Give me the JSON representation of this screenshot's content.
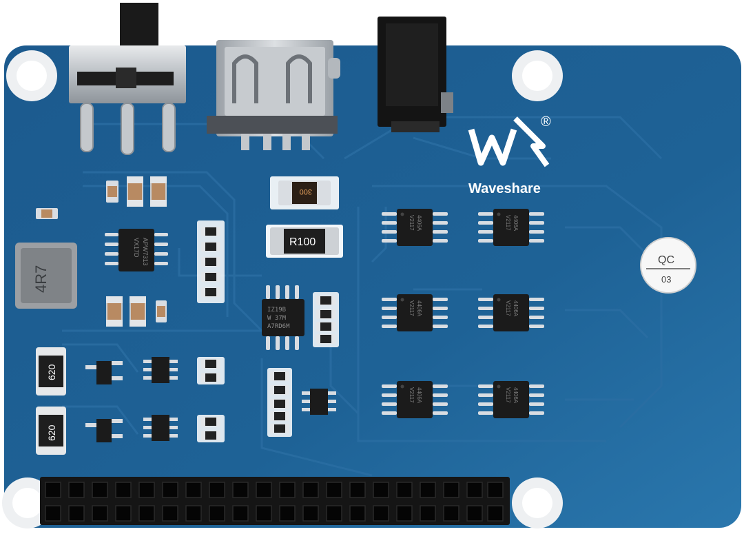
{
  "brand": {
    "name": "Waveshare",
    "registered_mark": "®",
    "logo_icon": "waveshare-logo-icon"
  },
  "qc_sticker": {
    "line1": "QC",
    "line2": "03"
  },
  "resistors": {
    "shunt": "R100",
    "smd_small": "300"
  },
  "inductor": {
    "marking": "4R7"
  },
  "power_resistors": [
    {
      "marking": "620"
    },
    {
      "marking": "620"
    }
  ],
  "chips": {
    "regulator_line1": "APW7313",
    "regulator_line2": "VX17D",
    "controller_line1": "IZ19B",
    "controller_line2": "W 37M",
    "controller_line3": "A7RD6M",
    "mosfet_line1": "4406A",
    "mosfet_line2": "V2117"
  },
  "colors": {
    "pcb": "#1d5a8c",
    "pcb_dark": "#164a75",
    "pad": "#d9dde2",
    "chip": "#1b1b1b",
    "header": "#151515",
    "silk": "#ffffff"
  }
}
